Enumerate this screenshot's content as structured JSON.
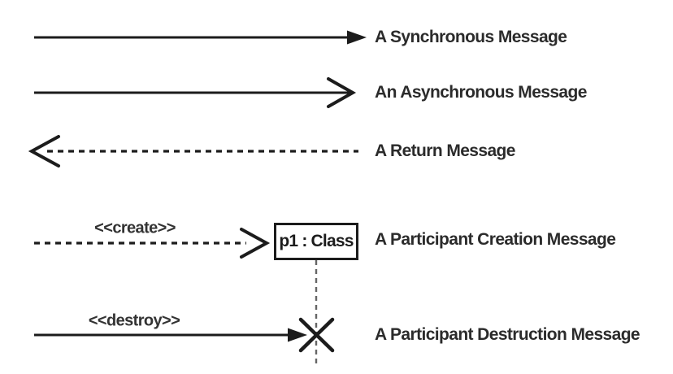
{
  "colors": {
    "stroke": "#1c1c1c",
    "text": "#2b2b2b",
    "lifeline": "#666666",
    "background": "#ffffff"
  },
  "legend": {
    "rows": [
      {
        "id": "synchronous",
        "arrow_icon": "solid-line-filled-arrowhead-right",
        "label": "A Synchronous Message"
      },
      {
        "id": "asynchronous",
        "arrow_icon": "solid-line-open-arrowhead-right",
        "label": "An Asynchronous Message"
      },
      {
        "id": "return",
        "arrow_icon": "dashed-line-open-arrowhead-left",
        "label": "A Return Message"
      },
      {
        "id": "creation",
        "arrow_icon": "dashed-line-open-arrowhead-right",
        "stereotype": "<<create>>",
        "participant": "p1 : Class",
        "label": "A Participant Creation Message"
      },
      {
        "id": "destruction",
        "arrow_icon": "solid-line-filled-arrowhead-right",
        "stereotype": "<<destroy>>",
        "terminator_icon": "x-destruction-mark",
        "label": "A Participant Destruction Message"
      }
    ]
  }
}
